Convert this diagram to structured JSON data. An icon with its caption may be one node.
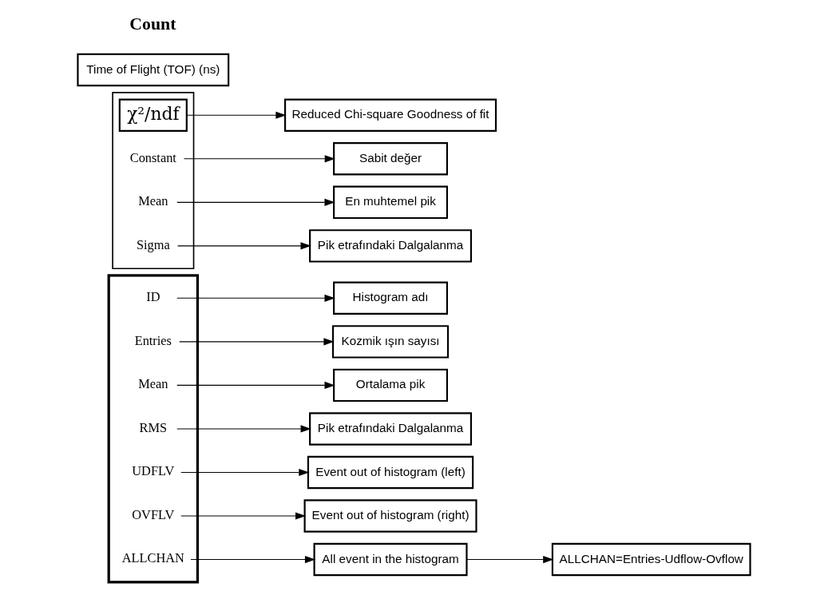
{
  "diagram": {
    "nodes": [
      {
        "text": [],
        "shape": "box"
      },
      {
        "text": [
          "ID"
        ],
        "in": 0
      },
      {
        "text": [
          "Entries"
        ],
        "in": 0
      },
      {
        "text": [
          "Mean"
        ],
        "in": 0
      },
      {
        "text": [
          "RMS"
        ],
        "in": 0
      },
      {
        "text": [
          "UDFLV"
        ],
        "in": 0
      },
      {
        "text": [
          "OVFLV"
        ],
        "in": 0
      },
      {
        "text": [
          "ALLCHAN"
        ],
        "in": 0
      },
      {
        "text": [],
        "shape": "box"
      },
      {
        "text": [
          "χ²/ndf"
        ],
        "in": 8
      },
      {
        "text": [
          "Constant"
        ],
        "in": 8
      },
      {
        "text": [
          "Mean"
        ],
        "in": 8
      },
      {
        "text": [
          "Sigma"
        ],
        "in": 8
      },
      {
        "text": [
          "Kozmik ışın sayısı"
        ]
      },
      {
        "text": [
          "Histogram adı"
        ]
      },
      {
        "text": [
          "Ortalama pik"
        ]
      },
      {
        "text": [
          "Pik etrafındaki Dalgalanma"
        ]
      },
      {
        "text": [
          "Event out of histogram (left)"
        ]
      },
      {
        "text": [
          "Event out of histogram (right)"
        ]
      },
      {
        "text": [
          "All event in the histogram"
        ]
      },
      {
        "text": [
          "Reduced Chi-square Goodness of fit"
        ]
      },
      {
        "text": [
          "Sabit değer"
        ]
      },
      {
        "text": [
          "En muhtemel pik"
        ]
      },
      {
        "text": [
          "Pik etrafındaki Dalgalanma"
        ]
      },
      {
        "text": [
          "ALLCHAN=Entries-Udflow-Ovflow"
        ]
      },
      {
        "text": [
          "Time of Flight (TOF) (ns)"
        ]
      }
    ],
    "edges": [
      {
        "from": 1,
        "to": 14,
        "arrow": "to"
      },
      {
        "from": 2,
        "to": 13,
        "arrow": "to"
      },
      {
        "from": 3,
        "to": 15,
        "arrow": "to"
      },
      {
        "from": 4,
        "to": 16,
        "arrow": "to"
      },
      {
        "from": 5,
        "to": 17,
        "arrow": "to"
      },
      {
        "from": 6,
        "to": 18,
        "arrow": "to"
      },
      {
        "from": 7,
        "to": 19,
        "arrow": "to"
      },
      {
        "from": 9,
        "to": 20,
        "arrow": "to"
      },
      {
        "from": 10,
        "to": 21,
        "arrow": "to"
      },
      {
        "from": 11,
        "to": 22,
        "arrow": "to"
      },
      {
        "from": 12,
        "to": 23,
        "arrow": "to"
      },
      {
        "from": 19,
        "to": 24,
        "arrow": "to"
      }
    ],
    "labels": [
      "Count"
    ]
  }
}
